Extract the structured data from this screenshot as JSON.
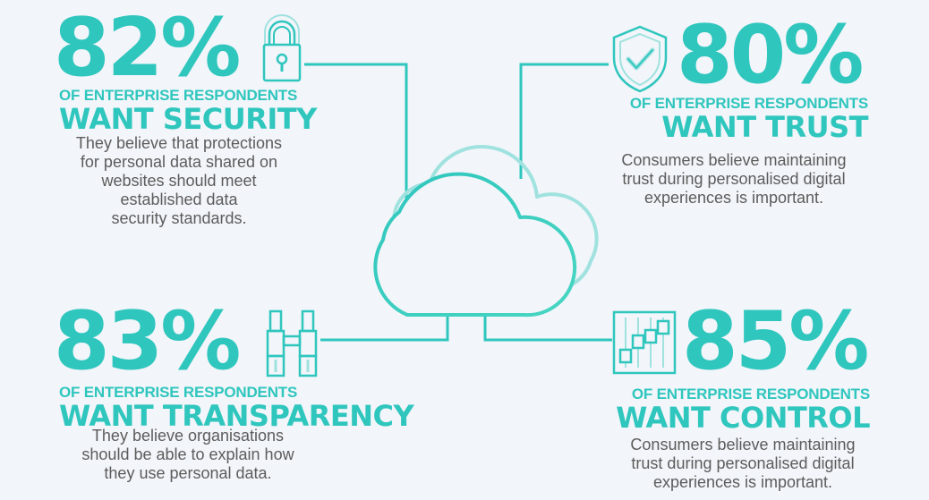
{
  "colors": {
    "accent": "#2fc6be",
    "accent_light": "#9fe2df",
    "text": "#5c5c5c",
    "background": "#f2f5f9"
  },
  "stats": [
    {
      "id": "security",
      "percent": "82%",
      "line1": "OF  ENTERPRISE RESPONDENTS",
      "line2": "WANT SECURITY",
      "icon": "padlock-icon",
      "description": [
        "They believe that protections",
        "for personal data shared on",
        "websites should meet",
        "established data",
        "security standards."
      ]
    },
    {
      "id": "trust",
      "percent": "80%",
      "line1": "OF  ENTERPRISE RESPONDENTS",
      "line2": "WANT TRUST",
      "icon": "shield-check-icon",
      "description": [
        "Consumers believe maintaining",
        "trust during personalised digital",
        "experiences is important."
      ]
    },
    {
      "id": "transparency",
      "percent": "83%",
      "line1": "OF  ENTERPRISE RESPONDENTS",
      "line2": "WANT TRANSPARENCY",
      "icon": "binoculars-icon",
      "description": [
        "They believe organisations",
        "should be able to explain how",
        "they use personal data."
      ]
    },
    {
      "id": "control",
      "percent": "85%",
      "line1": "OF  ENTERPRISE RESPONDENTS",
      "line2": "WANT CONTROL",
      "icon": "sliders-icon",
      "description": [
        "Consumers believe maintaining",
        "trust during personalised digital",
        "experiences is important."
      ]
    }
  ],
  "center_icon": "cloud-icon"
}
